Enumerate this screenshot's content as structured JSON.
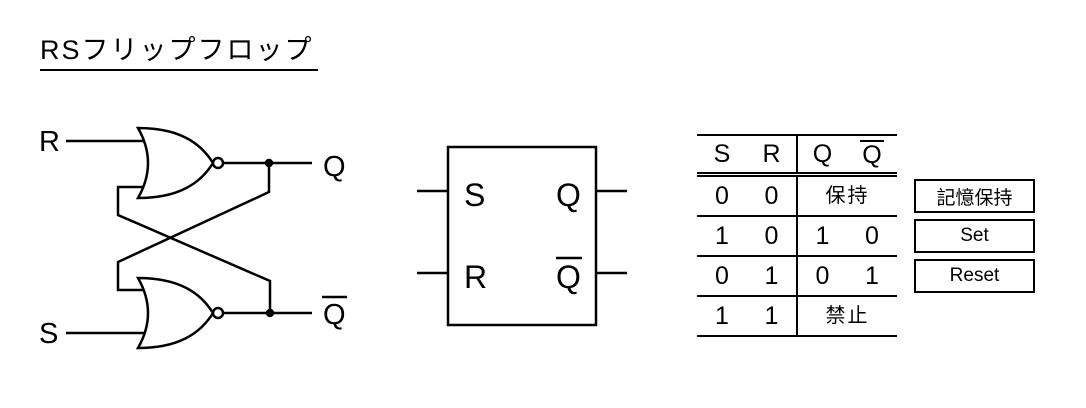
{
  "colors": {
    "ink": "#000000",
    "background": "#ffffff"
  },
  "title": {
    "text": "RSフリップフロップ"
  },
  "circuit": {
    "description": "cross-coupled NOR gate latch",
    "labels": {
      "r": "R",
      "s": "S",
      "q": "Q",
      "qbar": "Q"
    }
  },
  "block": {
    "labels": {
      "s": "S",
      "r": "R",
      "q": "Q",
      "qbar": "Q"
    }
  },
  "truth_table": {
    "header": {
      "s": "S",
      "r": "R",
      "q": "Q",
      "qbar": "Q"
    },
    "rows": [
      {
        "s": "0",
        "r": "0",
        "result": "保持"
      },
      {
        "s": "1",
        "r": "0",
        "q": "1",
        "qbar": "0"
      },
      {
        "s": "0",
        "r": "1",
        "q": "0",
        "qbar": "1"
      },
      {
        "s": "1",
        "r": "1",
        "result": "禁止"
      }
    ]
  },
  "annotations": [
    {
      "label": "記憶保持"
    },
    {
      "label": "Set"
    },
    {
      "label": "Reset"
    }
  ]
}
